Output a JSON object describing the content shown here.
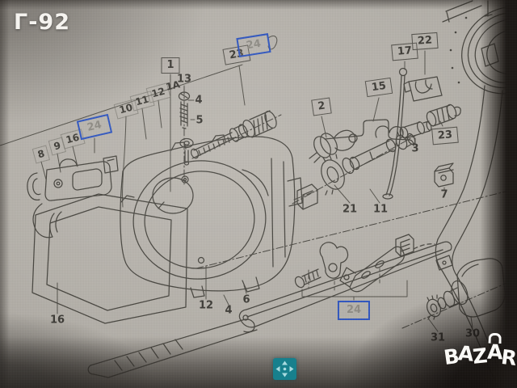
{
  "screen": {
    "figure_code": "Г-92",
    "watermark": {
      "text": "BAZAR",
      "letters": [
        "B",
        "A",
        "Z",
        "A",
        "R"
      ]
    }
  },
  "diagram": {
    "type": "exploded-parts-diagram",
    "subject": "headlamp assembly: housing, trim frame, bulbs, adjusters and leveling motor",
    "highlighted_callouts": [
      "24",
      "24",
      "24"
    ],
    "callouts": [
      {
        "text": "8",
        "style": "ladder"
      },
      {
        "text": "9",
        "style": "ladder"
      },
      {
        "text": "16",
        "style": "ladder"
      },
      {
        "text": "24",
        "style": "highlight"
      },
      {
        "text": "10",
        "style": "ladder"
      },
      {
        "text": "11",
        "style": "ladder"
      },
      {
        "text": "12",
        "style": "ladder"
      },
      {
        "text": "1A",
        "style": "plain"
      },
      {
        "text": "13",
        "style": "plain"
      },
      {
        "text": "1",
        "style": "boxed"
      },
      {
        "text": "23",
        "style": "boxed"
      },
      {
        "text": "24",
        "style": "highlight"
      },
      {
        "text": "4",
        "style": "plain"
      },
      {
        "text": "5",
        "style": "plain"
      },
      {
        "text": "2",
        "style": "boxed"
      },
      {
        "text": "15",
        "style": "boxed"
      },
      {
        "text": "17",
        "style": "boxed"
      },
      {
        "text": "22",
        "style": "boxed"
      },
      {
        "text": "3",
        "style": "plain"
      },
      {
        "text": "23",
        "style": "boxed"
      },
      {
        "text": "7",
        "style": "plain"
      },
      {
        "text": "21",
        "style": "plain"
      },
      {
        "text": "11",
        "style": "plain"
      },
      {
        "text": "12",
        "style": "plain"
      },
      {
        "text": "4",
        "style": "plain"
      },
      {
        "text": "6",
        "style": "plain"
      },
      {
        "text": "16",
        "style": "plain"
      },
      {
        "text": "24",
        "style": "highlight"
      },
      {
        "text": "31",
        "style": "plain"
      },
      {
        "text": "30",
        "style": "plain"
      }
    ]
  },
  "controls": {
    "pan_icon": {
      "name": "four-way-pan-arrows",
      "color": "#17808d"
    }
  },
  "colors": {
    "highlight_box": "#2e55c0",
    "callout_ink": "#3c3a35",
    "line_ink": "#46443e",
    "screen_bg": "#b3afa8",
    "photo_edge": "#1a1613",
    "watermark": "#fbfaf7"
  }
}
